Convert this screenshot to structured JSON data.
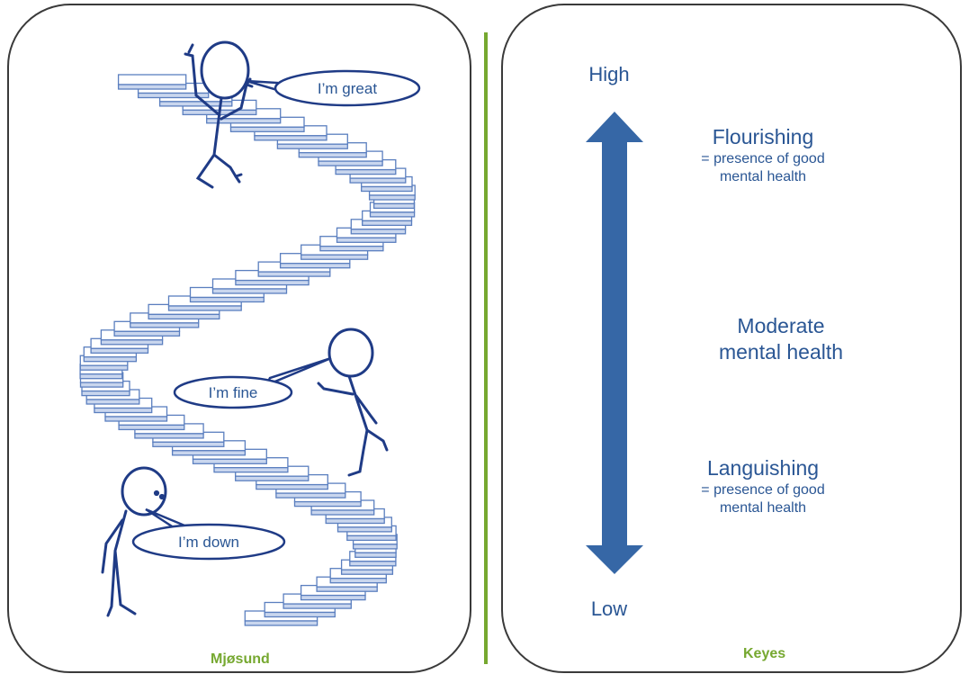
{
  "left_panel": {
    "credit": "Mjøsund",
    "bubbles": {
      "great": "I’m great",
      "fine": "I’m fine",
      "down": "I’m down"
    }
  },
  "right_panel": {
    "credit": "Keyes",
    "high_label": "High",
    "low_label": "Low",
    "flourishing": {
      "title": "Flourishing",
      "sub1": "= presence of good",
      "sub2": "mental health"
    },
    "moderate": {
      "line1": "Moderate",
      "line2": "mental health"
    },
    "languishing": {
      "title": "Languishing",
      "sub1": "= presence of good",
      "sub2": "mental health"
    }
  },
  "colors": {
    "text_blue": "#2a5694",
    "arrow_blue": "#3667a6",
    "accent_green": "#76a830",
    "stair_blue": "#5b7fbf"
  }
}
